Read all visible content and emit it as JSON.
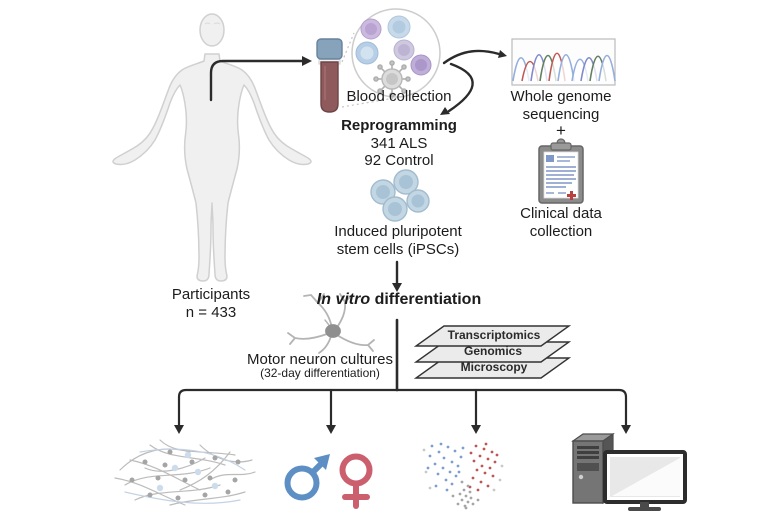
{
  "labels": {
    "participants_line1": "Participants",
    "participants_line2": "n = 433",
    "blood_collection": "Blood collection",
    "reprogramming_title": "Reprogramming",
    "reprogramming_als": "341 ALS",
    "reprogramming_control": "92 Control",
    "ipsc_line1": "Induced pluripotent",
    "ipsc_line2": "stem cells (iPSCs)",
    "wgs_line1": "Whole genome",
    "wgs_line2": "sequencing",
    "plus_sign": "+",
    "clinical_line1": "Clinical data",
    "clinical_line2": "collection",
    "invitro_italic": "In vitro",
    "invitro_rest": " differentiation",
    "motor_line1": "Motor neuron cultures",
    "motor_line2": "(32-day differentiation)",
    "layer_1": "Transcriptomics",
    "layer_2": "Genomics",
    "layer_3": "Microscopy"
  },
  "colors": {
    "arrow": "#2b2b2b",
    "male_symbol": "#5e8fc4",
    "female_symbol": "#cc5f6e",
    "blood_tube_cap": "#87a3bb",
    "blood_tube_body": "#8f5a5c",
    "ipsc_cell": "#c2d6e4",
    "clipboard_cross": "#b94040",
    "layer_fill": "#ebebeb",
    "chromatogram_peaks": [
      "#94aede",
      "#c15a54",
      "#8089cc",
      "#62805f",
      "#c15a54",
      "#94aede",
      "#94aede",
      "#8089cc",
      "#62805f",
      "#94aede"
    ]
  }
}
